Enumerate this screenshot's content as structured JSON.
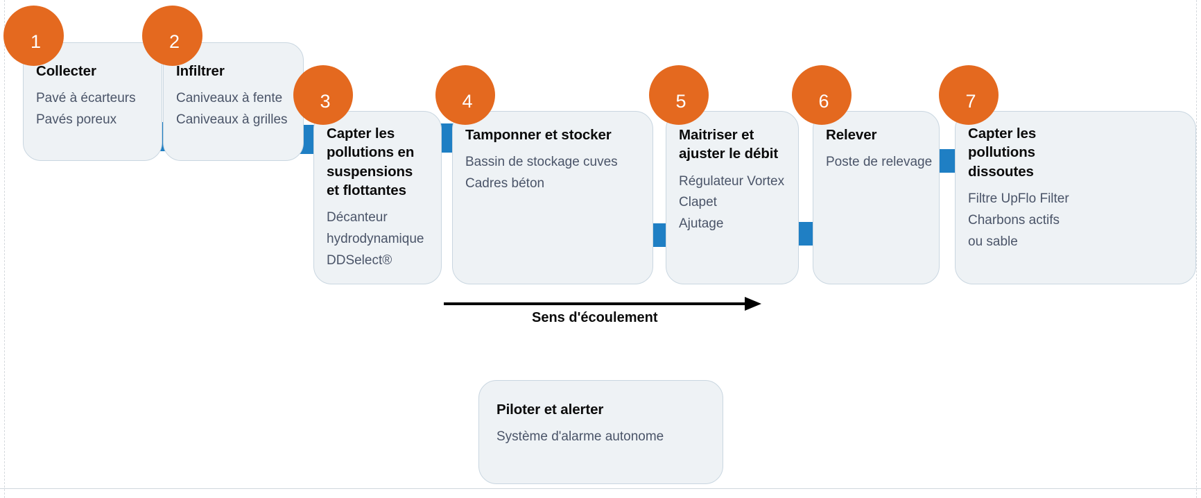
{
  "diagram": {
    "title_text": "",
    "colors": {
      "card_bg": "#eef2f5",
      "card_border": "#c9d6e0",
      "badge_orange": "#e4691f",
      "connector_blue": "#1f7fc4",
      "heading_text": "#0b0b0b",
      "body_text": "#4a5468"
    },
    "steps": [
      {
        "number": "1",
        "title": "Collecter",
        "lines": [
          "Pavé à écarteurs",
          "Pavés poreux"
        ]
      },
      {
        "number": "2",
        "title": "Infiltrer",
        "lines": [
          "Caniveaux à fente",
          "Caniveaux à grilles"
        ]
      },
      {
        "number": "3",
        "title": "Capter les pollutions en suspensions et flottantes",
        "lines": [
          "Décanteur",
          "hydrodynamique",
          "DDSelect®"
        ]
      },
      {
        "number": "4",
        "title": "Tamponner et stocker",
        "lines": [
          "Bassin de stockage cuves",
          "Cadres béton"
        ]
      },
      {
        "number": "5",
        "title": "Maitriser et ajuster le débit",
        "lines": [
          "Régulateur Vortex",
          "Clapet",
          "Ajutage"
        ]
      },
      {
        "number": "6",
        "title": "Relever",
        "lines": [
          "Poste de relevage"
        ]
      },
      {
        "number": "7",
        "title": "Capter les pollutions dissoutes",
        "lines": [
          "Filtre UpFlo Filter",
          "Charbons actifs",
          "ou sable"
        ]
      }
    ],
    "flow": {
      "label": "Sens d'écoulement"
    },
    "aside": {
      "title": "Piloter et alerter",
      "lines": [
        "Système d'alarme autonome"
      ]
    }
  }
}
